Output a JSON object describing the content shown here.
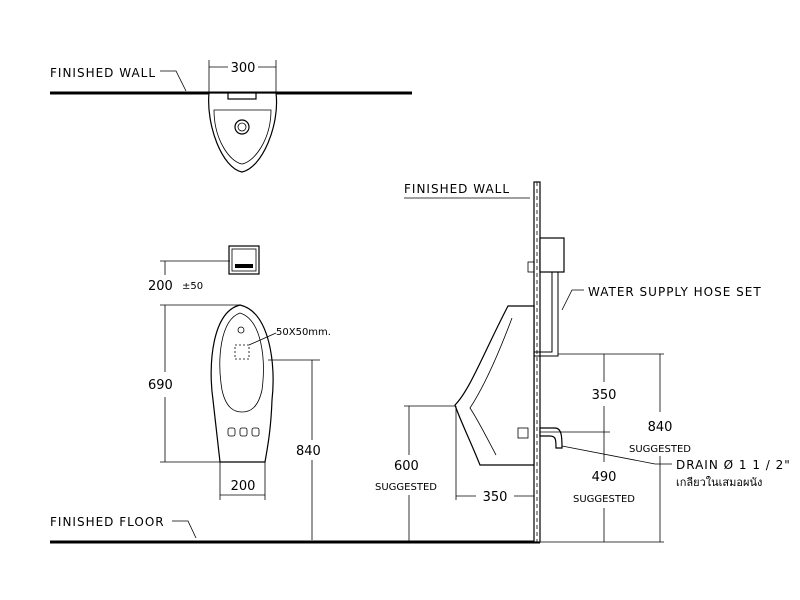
{
  "labels": {
    "finished_wall_top": "FINISHED WALL",
    "finished_wall_side": "FINISHED WALL",
    "finished_floor": "FINISHED FLOOR",
    "water_supply": "WATER SUPPLY HOSE SET",
    "drain": "DRAIN Ø 1 1 / 2\"",
    "drain_thai": "เกลียวในเสมอผนัง",
    "opening": "50X50mm."
  },
  "dimensions": {
    "top_width": "300",
    "sensor_gap": "200",
    "sensor_gap_tol": "±50",
    "body_height": "690",
    "front_height": "840",
    "base_width": "200",
    "side_lip_height": "600",
    "side_lip_height_note": "SUGGESTED",
    "side_depth": "350",
    "side_supply_gap": "350",
    "side_total_height": "840",
    "side_total_height_note": "SUGGESTED",
    "side_drain_height": "490",
    "side_drain_height_note": "SUGGESTED"
  }
}
